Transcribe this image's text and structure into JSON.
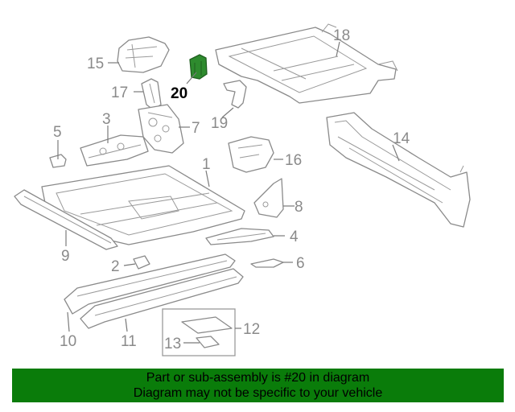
{
  "callouts": {
    "c1": "1",
    "c2": "2",
    "c3": "3",
    "c4": "4",
    "c5": "5",
    "c6": "6",
    "c7": "7",
    "c8": "8",
    "c9": "9",
    "c10": "10",
    "c11": "11",
    "c12": "12",
    "c13": "13",
    "c14": "14",
    "c15": "15",
    "c16": "16",
    "c17": "17",
    "c18": "18",
    "c19": "19",
    "c20": "20"
  },
  "highlighted_part": "20",
  "colors": {
    "highlight": "#2e8b2e",
    "banner": "#0a7c0a",
    "line": "#8a8a8a"
  },
  "banner": {
    "line1": "Part or sub-assembly is #20 in diagram",
    "line2": "Diagram may not be specific to your vehicle"
  }
}
